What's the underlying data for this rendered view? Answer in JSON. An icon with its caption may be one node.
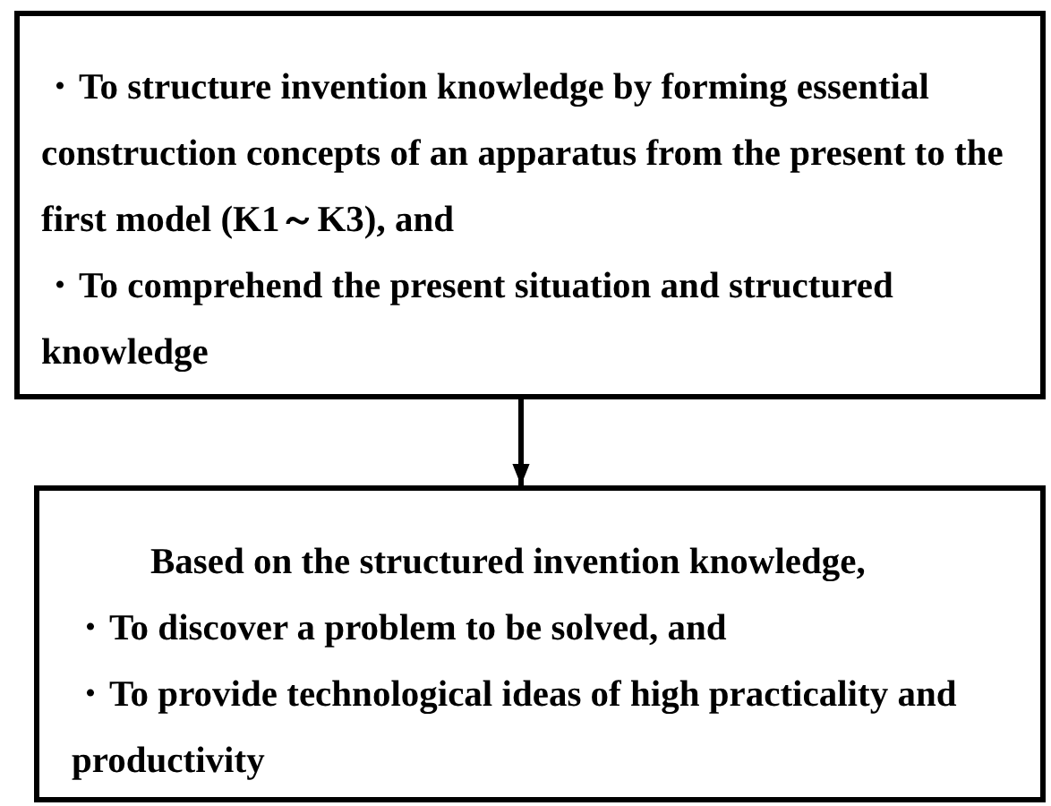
{
  "diagram": {
    "nodes": [
      {
        "text": [
          "・To structure invention knowledge by forming essential construction concepts of an apparatus from the present to the first model (K1～K3), and",
          "・To comprehend the present situation and structured knowledge"
        ]
      },
      {
        "text": [
          "Based on the structured invention knowledge,",
          "・To discover a problem to be solved, and",
          "・To provide technological ideas of high practicality and productivity"
        ]
      }
    ],
    "edges": [
      {
        "from": 0,
        "to": 1,
        "arrow": "to"
      }
    ]
  }
}
